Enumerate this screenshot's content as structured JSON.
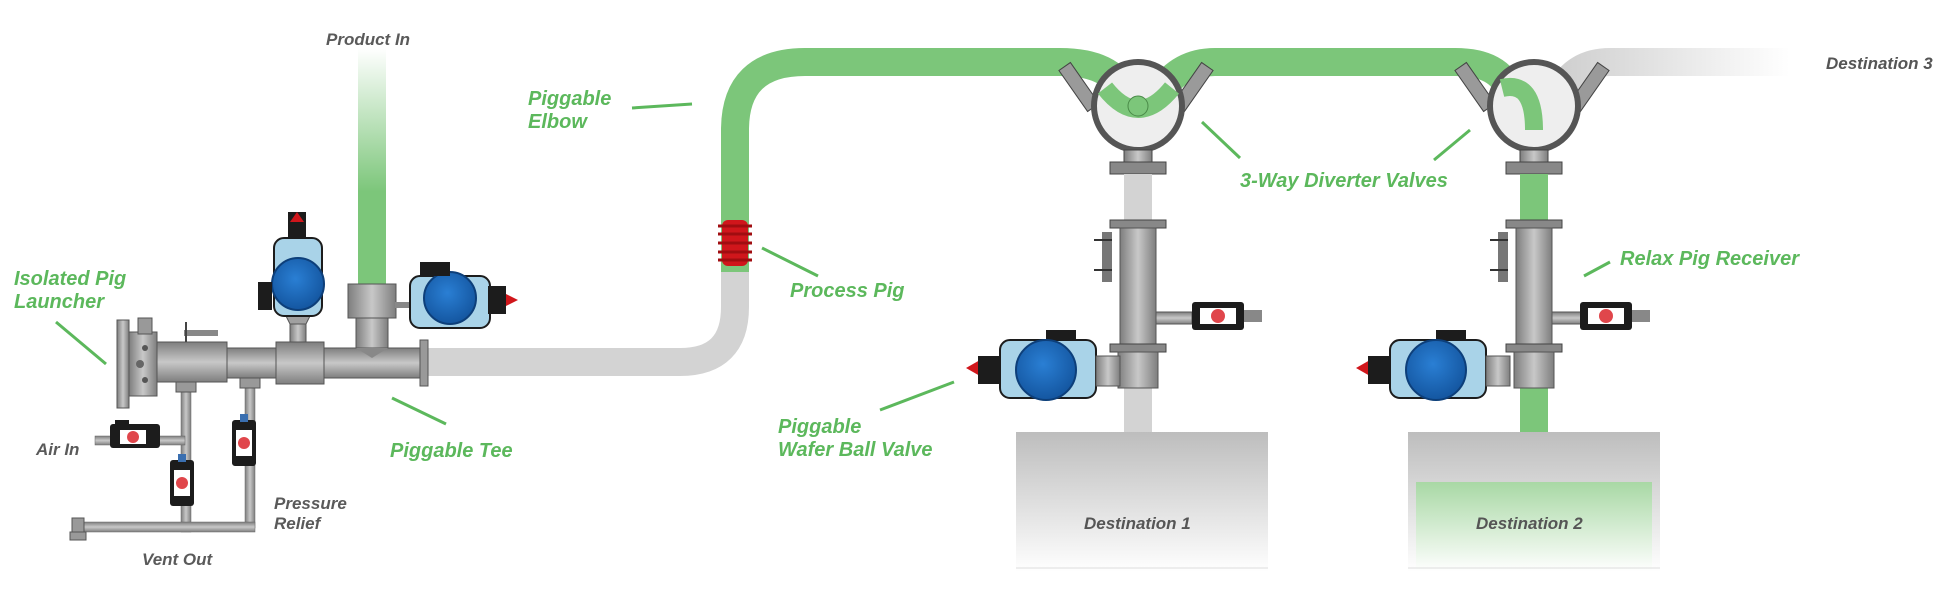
{
  "labels": {
    "product_in": "Product In",
    "piggable_elbow_1": "Piggable",
    "piggable_elbow_2": "Elbow",
    "isolated_launcher_1": "Isolated Pig",
    "isolated_launcher_2": "Launcher",
    "air_in": "Air In",
    "vent_out": "Vent Out",
    "pressure_relief_1": "Pressure",
    "pressure_relief_2": "Relief",
    "piggable_tee": "Piggable Tee",
    "process_pig": "Process Pig",
    "wafer_valve_1": "Piggable",
    "wafer_valve_2": "Wafer Ball Valve",
    "diverter_valves": "3-Way Diverter Valves",
    "relax_receiver": "Relax Pig Receiver",
    "destination_1": "Destination 1",
    "destination_2": "Destination 2",
    "destination_3": "Destination 3"
  },
  "colors": {
    "product_green": "#7cc67a",
    "label_green": "#5cb85c",
    "pipe_grey": "#d3d3d3",
    "steel": "#9a9a9a",
    "actuator_blue": "#1e6fc0",
    "actuator_light": "#a9d3e8",
    "pig_red": "#d0161b"
  },
  "icons": [
    "pig-launcher-icon",
    "actuator-icon",
    "solenoid-valve-icon",
    "diverter-valve-icon",
    "process-pig-icon",
    "tank-icon"
  ]
}
